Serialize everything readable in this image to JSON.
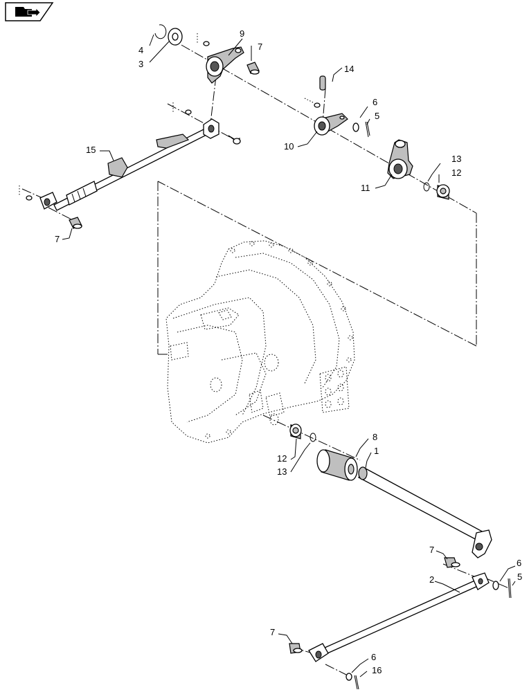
{
  "callouts": [
    {
      "id": "c4a",
      "text": "4"
    },
    {
      "id": "c3",
      "text": "3"
    },
    {
      "id": "c9",
      "text": "9"
    },
    {
      "id": "c7a",
      "text": "7"
    },
    {
      "id": "c14",
      "text": "14"
    },
    {
      "id": "c6a",
      "text": "6"
    },
    {
      "id": "c5a",
      "text": "5"
    },
    {
      "id": "c15",
      "text": "15"
    },
    {
      "id": "c10",
      "text": "10"
    },
    {
      "id": "c13a",
      "text": "13"
    },
    {
      "id": "c12a",
      "text": "12"
    },
    {
      "id": "c11",
      "text": "11"
    },
    {
      "id": "c7b",
      "text": "7"
    },
    {
      "id": "c8",
      "text": "8"
    },
    {
      "id": "c1",
      "text": "1"
    },
    {
      "id": "c12b",
      "text": "12"
    },
    {
      "id": "c13b",
      "text": "13"
    },
    {
      "id": "c7c",
      "text": "7"
    },
    {
      "id": "c6b",
      "text": "6"
    },
    {
      "id": "c5b",
      "text": "5"
    },
    {
      "id": "c2",
      "text": "2"
    },
    {
      "id": "c7d",
      "text": "7"
    },
    {
      "id": "c6c",
      "text": "6"
    },
    {
      "id": "c16",
      "text": "16"
    }
  ],
  "icons": {
    "corner": "folder-arrow-icon"
  }
}
